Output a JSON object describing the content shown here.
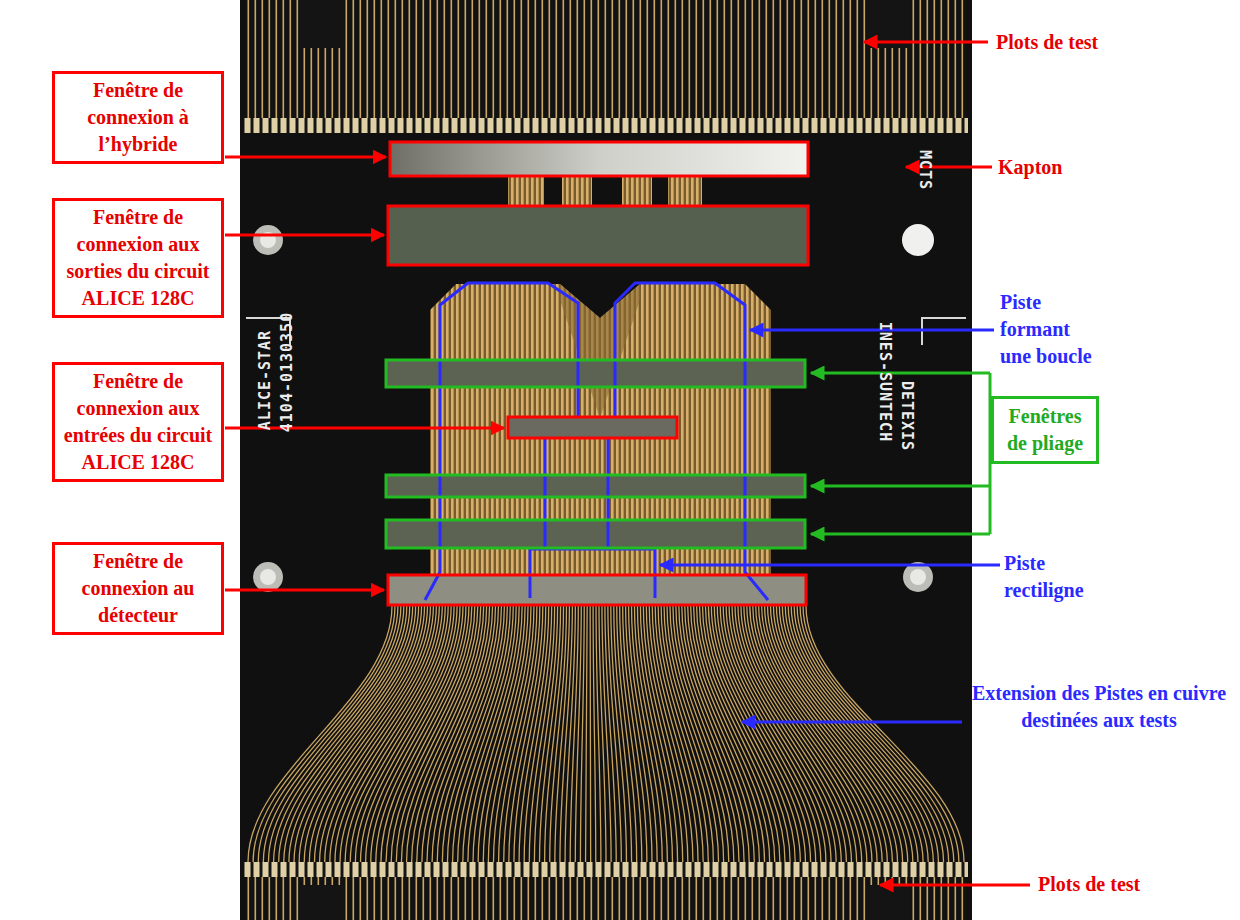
{
  "diagram": {
    "nodes": [
      {
        "text": [
          "Fenêtre de connexion à l’hybride"
        ]
      },
      {
        "text": [
          "Fenêtre de connexion aux sorties du circuit ALICE 128C"
        ]
      },
      {
        "text": [
          "Fenêtre de connexion aux entrées du circuit ALICE 128C"
        ]
      },
      {
        "text": [
          "Fenêtre de connexion au détecteur"
        ]
      },
      {
        "text": [
          "Fenêtres de pliage"
        ]
      }
    ],
    "labels": [
      "Plots de test",
      "Kapton",
      "Piste formant une boucle",
      "Piste rectiligne",
      "Extension des Pistes en cuivre destinées aux tests",
      "Plots de test",
      "ALICE-STAR",
      "4104-0130350",
      "INES-SUNTECH",
      "DETEXIS",
      "MCTS"
    ]
  }
}
